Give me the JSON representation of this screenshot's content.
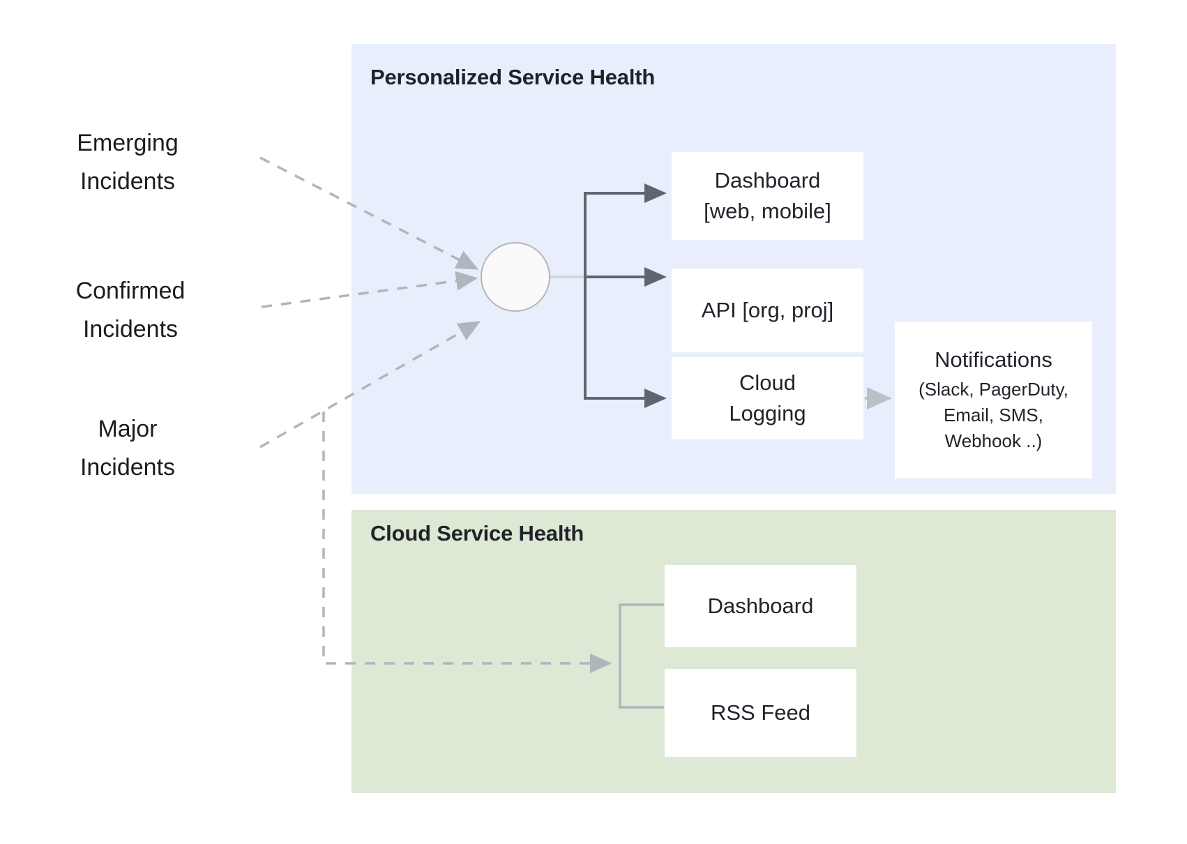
{
  "diagram": {
    "title": "Personalized Service Health and Cloud Service Health",
    "colors": {
      "panel_personalized_bg": "#e8eefc",
      "panel_cloud_bg": "#dde8d5",
      "box_bg": "#ffffff",
      "text": "#1f2329",
      "solid_arrow": "#5f6672",
      "dashed_arrow": "#b0b5be",
      "light_connector": "#adb5bd",
      "hub_fill": "#fafafa",
      "hub_stroke": "#b6b6b6"
    }
  },
  "inputs": [
    {
      "id": "emerging",
      "label": "Emerging\nIncidents"
    },
    {
      "id": "confirmed",
      "label": "Confirmed\nIncidents"
    },
    {
      "id": "major",
      "label": "Major\nIncidents"
    }
  ],
  "panels": [
    {
      "id": "personalized",
      "title": "Personalized Service Health",
      "boxes": [
        {
          "id": "dashboard-web",
          "label": "Dashboard\n[web, mobile]"
        },
        {
          "id": "api",
          "label": "API [org, proj]"
        },
        {
          "id": "cloud-logging",
          "label": "Cloud\nLogging"
        },
        {
          "id": "notifications",
          "label": "Notifications",
          "sublabel": "(Slack, PagerDuty,\nEmail, SMS,\nWebhook ..)"
        }
      ]
    },
    {
      "id": "cloud",
      "title": "Cloud Service Health",
      "boxes": [
        {
          "id": "dashboard",
          "label": "Dashboard"
        },
        {
          "id": "rss",
          "label": "RSS Feed"
        }
      ]
    }
  ],
  "hub": {
    "id": "aggregation-hub",
    "label": ""
  },
  "edges": [
    {
      "from": "emerging",
      "to": "aggregation-hub",
      "style": "dashed"
    },
    {
      "from": "confirmed",
      "to": "aggregation-hub",
      "style": "dashed"
    },
    {
      "from": "major",
      "to": "aggregation-hub",
      "style": "dashed"
    },
    {
      "from": "major",
      "to": "cloud-panel",
      "style": "dashed"
    },
    {
      "from": "aggregation-hub",
      "to": "dashboard-web",
      "style": "solid"
    },
    {
      "from": "aggregation-hub",
      "to": "api",
      "style": "solid"
    },
    {
      "from": "aggregation-hub",
      "to": "cloud-logging",
      "style": "solid"
    },
    {
      "from": "cloud-logging",
      "to": "notifications",
      "style": "solid-light"
    },
    {
      "from": "cloud-panel-hub",
      "to": "dashboard",
      "style": "light"
    },
    {
      "from": "cloud-panel-hub",
      "to": "rss",
      "style": "light"
    }
  ]
}
